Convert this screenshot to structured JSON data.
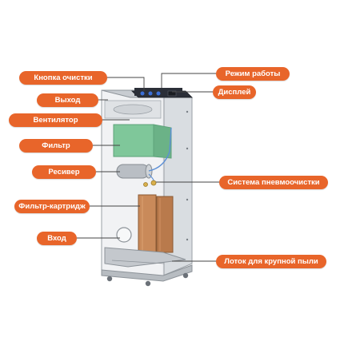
{
  "labels": {
    "cleaning_button": "Кнопка очистки",
    "outlet": "Выход",
    "fan": "Вентилятор",
    "filter": "Фильтр",
    "receiver": "Ресивер",
    "filter_cartridge": "Фильтр-картридж",
    "inlet": "Вход",
    "operating_mode": "Режим работы",
    "display": "Дисплей",
    "pneumatic_cleaning_system": "Система пневмоочистки",
    "coarse_dust_tray": "Лоток для крупной пыли"
  },
  "colors": {
    "label_fill": "#e8652a",
    "label_text": "#ffffff",
    "leader_line": "#444444",
    "cabinet_frame": "#9aa0a6",
    "filter_green": "#7fc79a",
    "cartridge": "#c98a5a"
  }
}
